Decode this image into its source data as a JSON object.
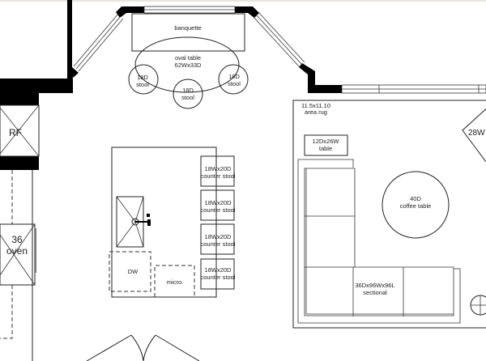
{
  "dining": {
    "banquette": "banquette",
    "oval_table": [
      "oval table",
      "62Wx33D"
    ],
    "stools": [
      [
        "18D",
        "stool"
      ],
      [
        "18D",
        "stool"
      ],
      [
        "18D",
        "stool"
      ]
    ]
  },
  "kitchen": {
    "fridge": "RF",
    "oven": [
      "36",
      "oven"
    ],
    "dishwasher": "DW",
    "microwave": "micro.",
    "counter_stools": [
      [
        "18Wx20D",
        "counter stool"
      ],
      [
        "18Wx20D",
        "counter stool"
      ],
      [
        "18Wx20D",
        "counter stool"
      ],
      [
        "18Wx20D",
        "counter stool"
      ]
    ]
  },
  "living": {
    "rug": [
      "11.5x11.10",
      "area rug"
    ],
    "side_table": [
      "12Dx26W",
      "table"
    ],
    "coffee_table": [
      "40D",
      "coffee table"
    ],
    "sectional": [
      "36Dx96Wx96L",
      "sectional"
    ],
    "chair": "28W"
  },
  "colors": {
    "top_strip": "#e8e4df",
    "wall": "#000000"
  }
}
